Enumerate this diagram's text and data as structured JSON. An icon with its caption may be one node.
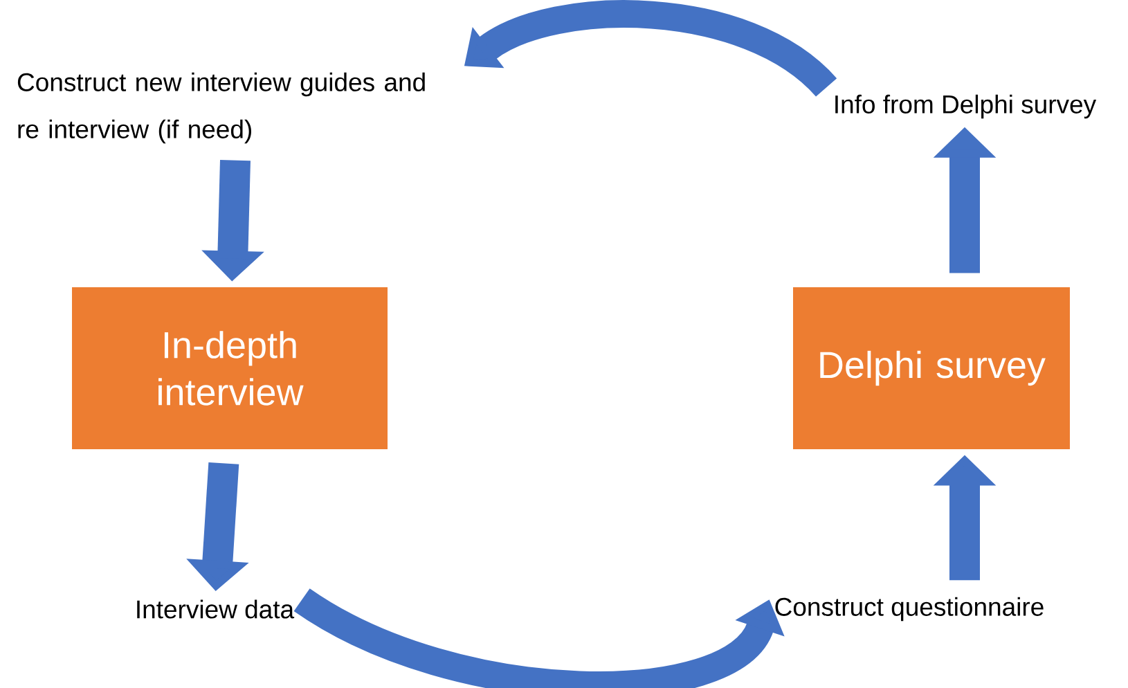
{
  "diagram": {
    "nodes": [
      {
        "text": [
          "Construct new interview guides and re interview (if need)"
        ]
      },
      {
        "text": [
          "In-depth interview"
        ]
      },
      {
        "text": [
          "Interview data"
        ]
      },
      {
        "text": [
          "Info from Delphi survey"
        ]
      },
      {
        "text": [
          "Delphi survey"
        ]
      },
      {
        "text": [
          "Construct questionnaire"
        ]
      }
    ],
    "edges": [
      {
        "from": 0,
        "to": 1,
        "arrow": "to"
      },
      {
        "from": 1,
        "to": 2,
        "arrow": "to"
      },
      {
        "from": 2,
        "to": 5,
        "arrow": "to"
      },
      {
        "from": 5,
        "to": 4,
        "arrow": "to"
      },
      {
        "from": 4,
        "to": 3,
        "arrow": "to"
      },
      {
        "from": 3,
        "to": 0,
        "arrow": "to"
      }
    ]
  }
}
